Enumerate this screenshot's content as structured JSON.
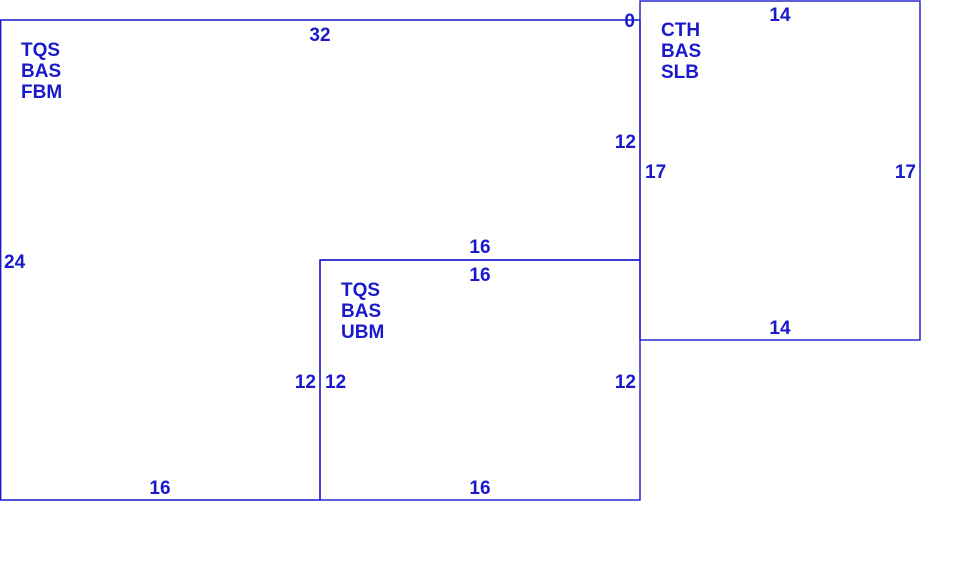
{
  "colors": {
    "line": "#1a1acc",
    "background": "#ffffff"
  },
  "rooms": {
    "fbm": {
      "label_lines": [
        "TQS",
        "BAS",
        "FBM"
      ]
    },
    "ubm": {
      "label_lines": [
        "TQS",
        "BAS",
        "UBM"
      ]
    },
    "slb": {
      "label_lines": [
        "CTH",
        "BAS",
        "SLB"
      ]
    }
  },
  "dimensions": {
    "fbm_top": "32",
    "fbm_top_right": "0",
    "fbm_right_upper": "12",
    "fbm_left": "24",
    "fbm_bottom": "16",
    "fbm_right_lower": "12",
    "fbm_step_top": "16",
    "ubm_top": "16",
    "ubm_left": "12",
    "ubm_right": "12",
    "ubm_bottom": "16",
    "slb_top": "14",
    "slb_left": "17",
    "slb_right": "17",
    "slb_bottom": "14"
  }
}
